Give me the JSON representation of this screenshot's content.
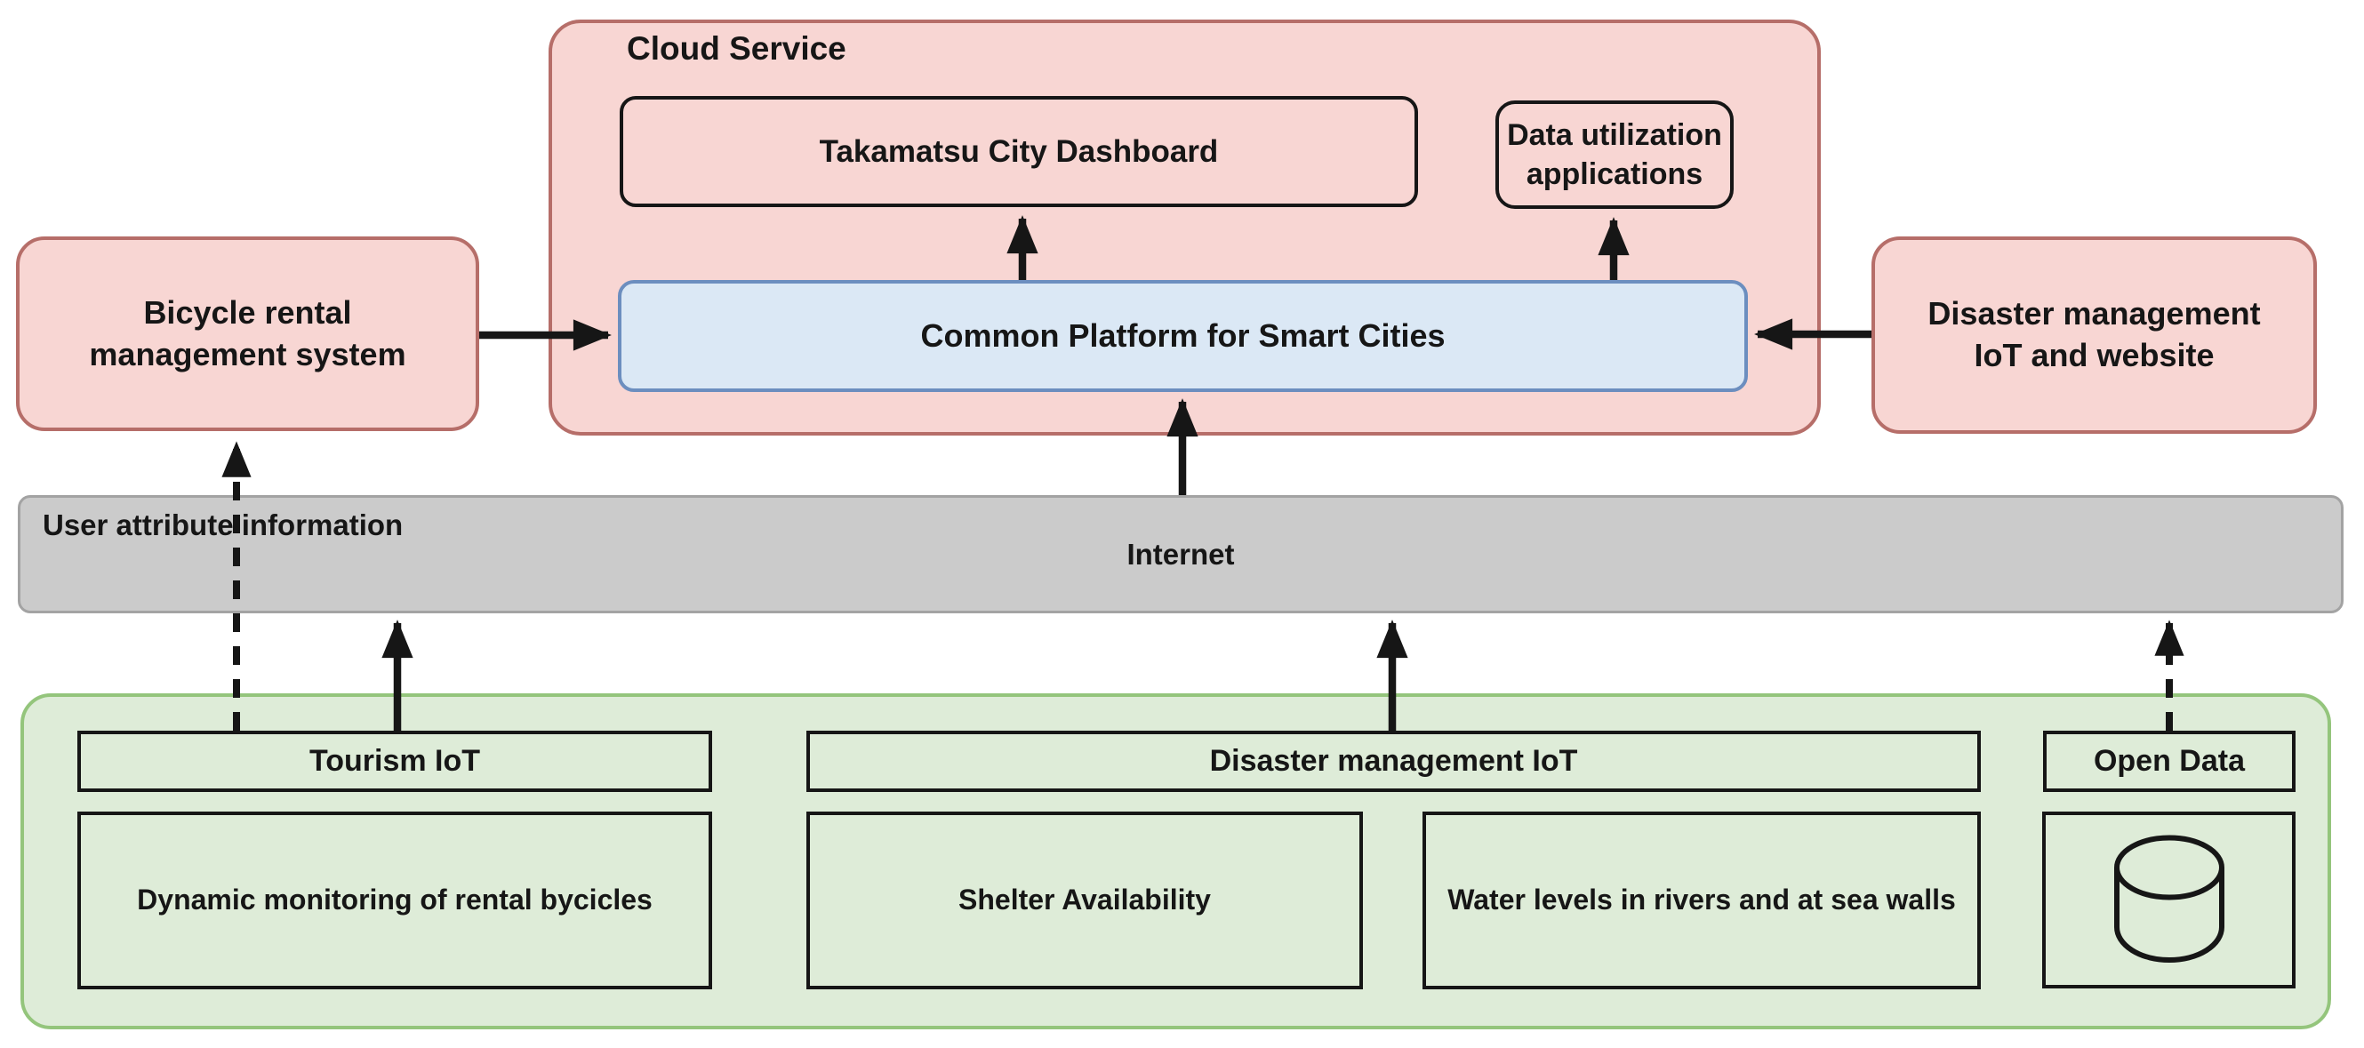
{
  "colors": {
    "pink_fill": "#f8d6d3",
    "pink_stroke": "#b66e69",
    "blue_fill": "#dbe8f5",
    "blue_stroke": "#6c8ebf",
    "green_fill": "#deecd8",
    "green_stroke": "#94c57c",
    "gray_fill": "#cbcbcb",
    "gray_stroke": "#a3a3a3",
    "line_color": "#161616"
  },
  "cloud": {
    "title": "Cloud Service",
    "dashboard_label": "Takamatsu City Dashboard",
    "apps_label": "Data utilization applications",
    "platform_label": "Common Platform for Smart Cities"
  },
  "left_system": {
    "label": "Bicycle rental management system"
  },
  "right_system": {
    "label": "Disaster management IoT and website"
  },
  "network_bar": {
    "label": "Internet",
    "annotation": "User attribute information"
  },
  "field_layer": {
    "tourism": {
      "header": "Tourism IoT",
      "item": "Dynamic monitoring of rental bycicles"
    },
    "disaster": {
      "header": "Disaster management IoT",
      "item_shelter": "Shelter Availability",
      "item_water": "Water levels in rivers and at sea walls"
    },
    "open_data": {
      "header": "Open Data",
      "icon": "database-cylinder-icon"
    }
  }
}
